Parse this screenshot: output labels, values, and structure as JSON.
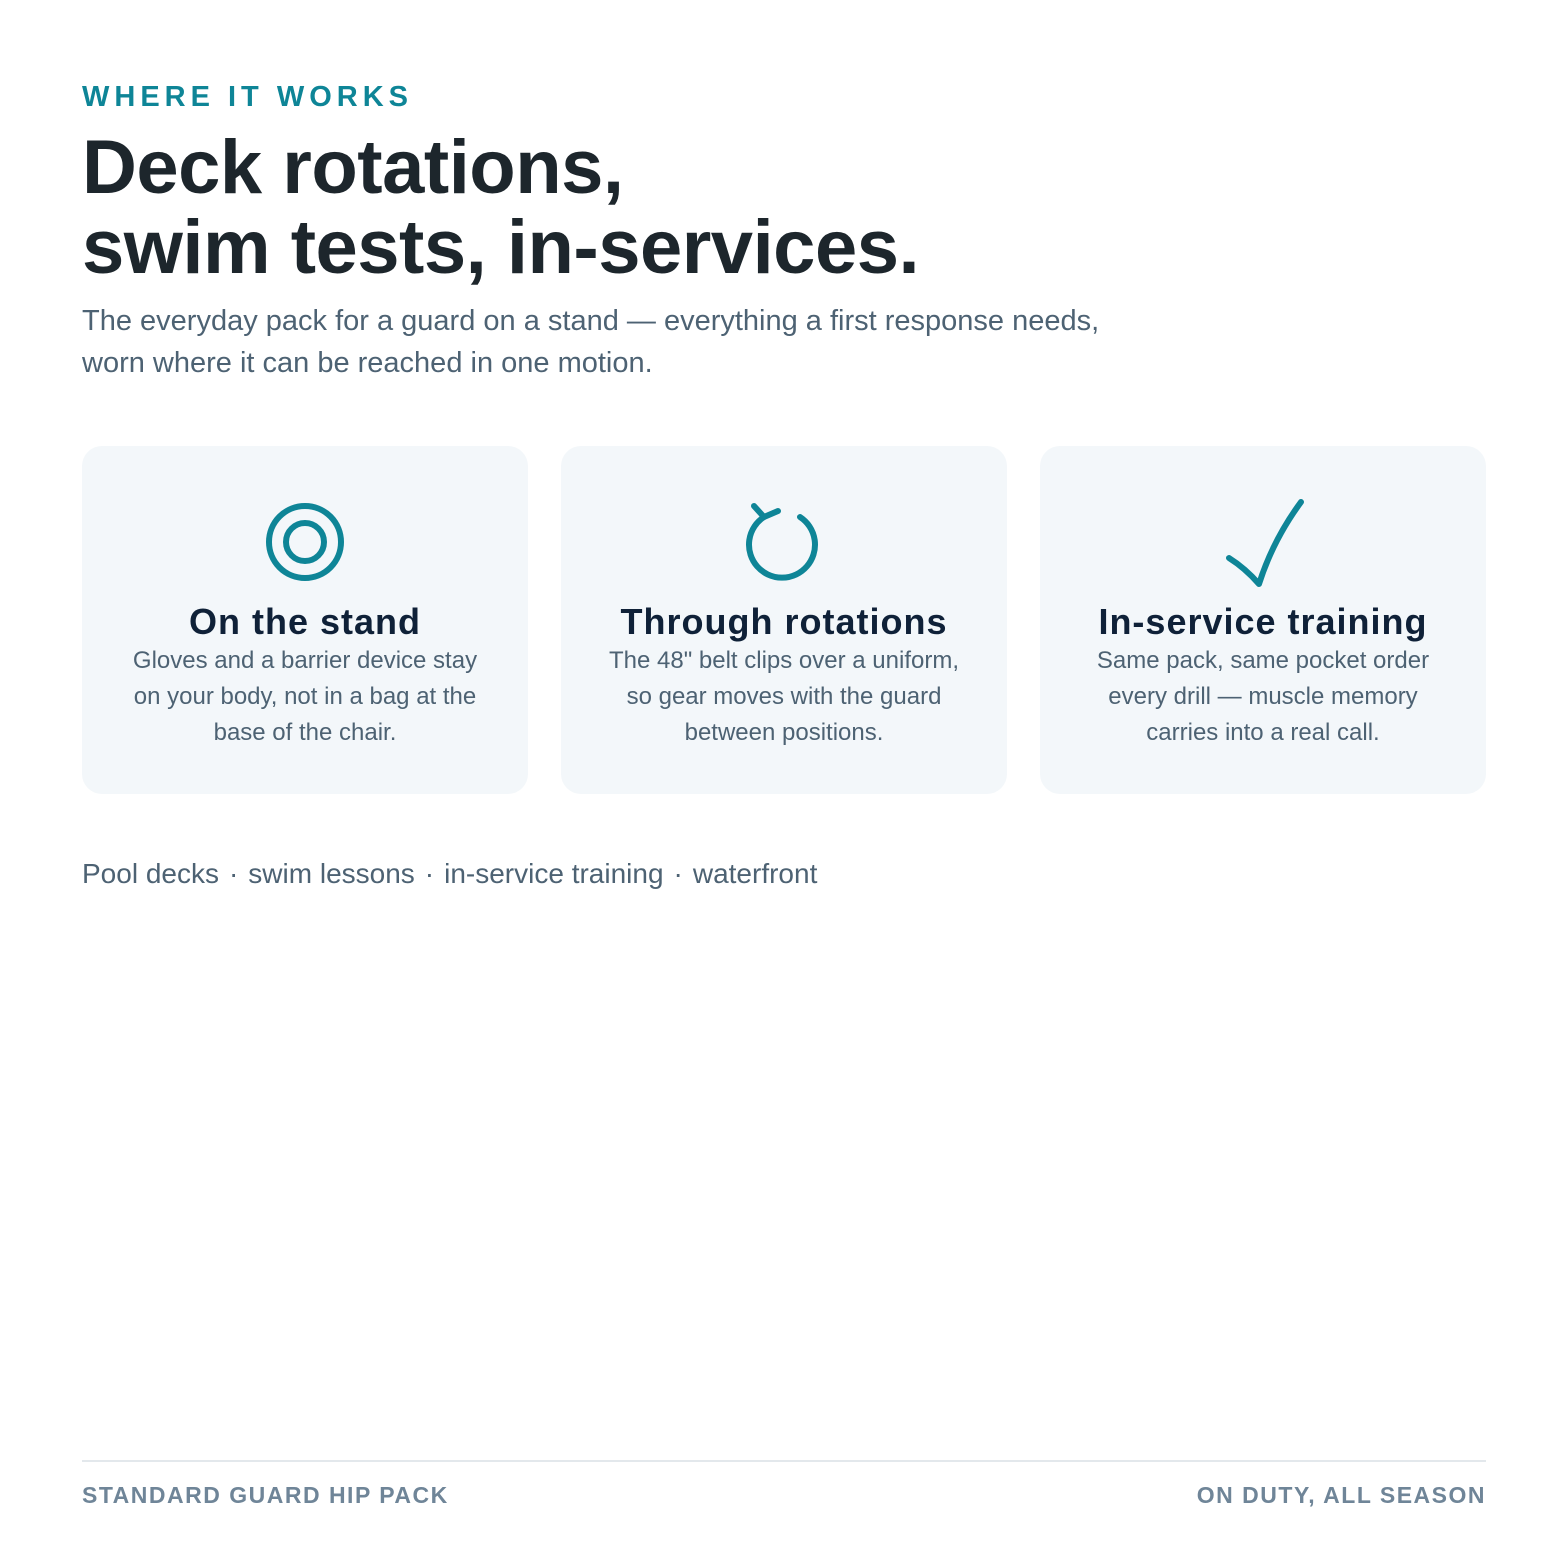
{
  "eyebrow": "WHERE IT WORKS",
  "headline": {
    "line1": "Deck rotations,",
    "line2": "swim tests, in-services."
  },
  "lede": {
    "line1": "The everyday pack for a guard on a stand — everything a first response needs,",
    "line2": "worn where it can be reached in one motion."
  },
  "cards": [
    {
      "icon": "target-icon",
      "title": "On the stand",
      "body": [
        "Gloves and a barrier device stay",
        "on your body, not in a bag at the",
        "base of the chair."
      ]
    },
    {
      "icon": "rotate-icon",
      "title": "Through rotations",
      "body": [
        "The 48\" belt clips over a uniform,",
        "so gear moves with the guard",
        "between positions."
      ]
    },
    {
      "icon": "check-icon",
      "title": "In-service training",
      "body": [
        "Same pack, same pocket order",
        "every drill — muscle memory",
        "carries into a real call."
      ]
    }
  ],
  "tags": [
    "Pool decks",
    "swim lessons",
    "in-service training",
    "waterfront"
  ],
  "tag_separator": "·",
  "footer": {
    "left": "STANDARD GUARD HIP PACK",
    "right": "ON DUTY, ALL SEASON"
  },
  "colors": {
    "accent": "#0e8597",
    "heading": "#1d262c",
    "card_title": "#0f2138",
    "body_text": "#4d6273",
    "card_bg": "#f3f7fa",
    "footer_text": "#6f8598"
  }
}
